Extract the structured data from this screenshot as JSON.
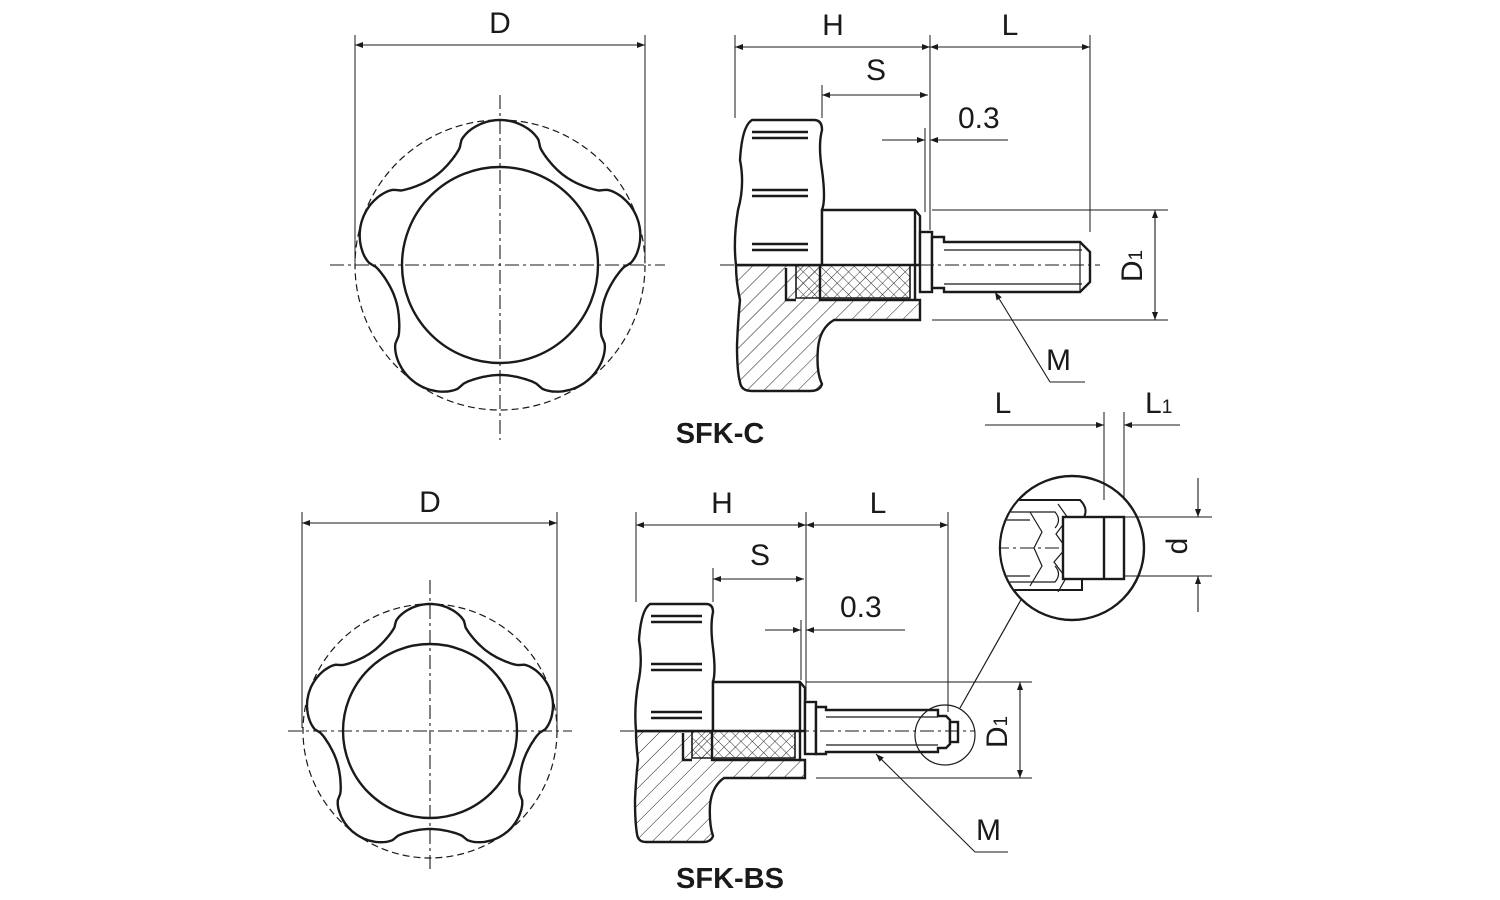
{
  "labels": {
    "top": {
      "D": "D",
      "H": "H",
      "L": "L",
      "S": "S",
      "gap": "0.3",
      "D1": "D",
      "D1_sub": "1",
      "M": "M",
      "model": "SFK-C"
    },
    "bottom": {
      "D": "D",
      "H": "H",
      "L": "L",
      "S": "S",
      "gap": "0.3",
      "D1": "D",
      "D1_sub": "1",
      "M": "M",
      "model": "SFK-BS"
    },
    "detail": {
      "L": "L",
      "L1": "L",
      "L1_sub": "1",
      "d": "d"
    }
  }
}
